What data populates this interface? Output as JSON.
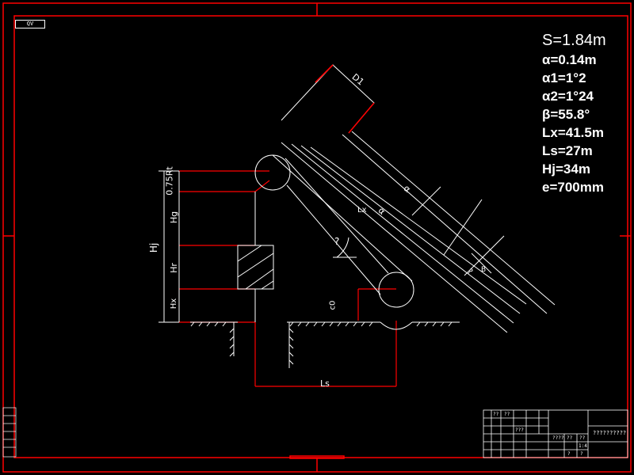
{
  "sheet_tag": "QV",
  "params": [
    "S=1.84m",
    "α=0.14m",
    "α1=1°2",
    "α2=1°24",
    "β=55.8°",
    "Lx=41.5m",
    "Ls=27m",
    "Hj=34m",
    "e=700mm"
  ],
  "labels": {
    "d1": "D1",
    "rt": "0.75Rt",
    "hg": "Hg",
    "hj": "Hj",
    "hr": "Hr",
    "hx": "Hx",
    "lx": "Lx",
    "ls": "Ls",
    "c0": "c0",
    "q1": "?",
    "q2": "?",
    "alpha": "α",
    "alpha1": "α",
    "b": "B"
  },
  "title_block": {
    "drawing_name": "??????????",
    "scale": "1:4",
    "cells": [
      "??",
      "??",
      "???",
      "????",
      "??",
      "??",
      "?",
      "?"
    ]
  },
  "colors": {
    "frame": "#ff0000",
    "lines": "#ffffff",
    "background": "#000000"
  }
}
